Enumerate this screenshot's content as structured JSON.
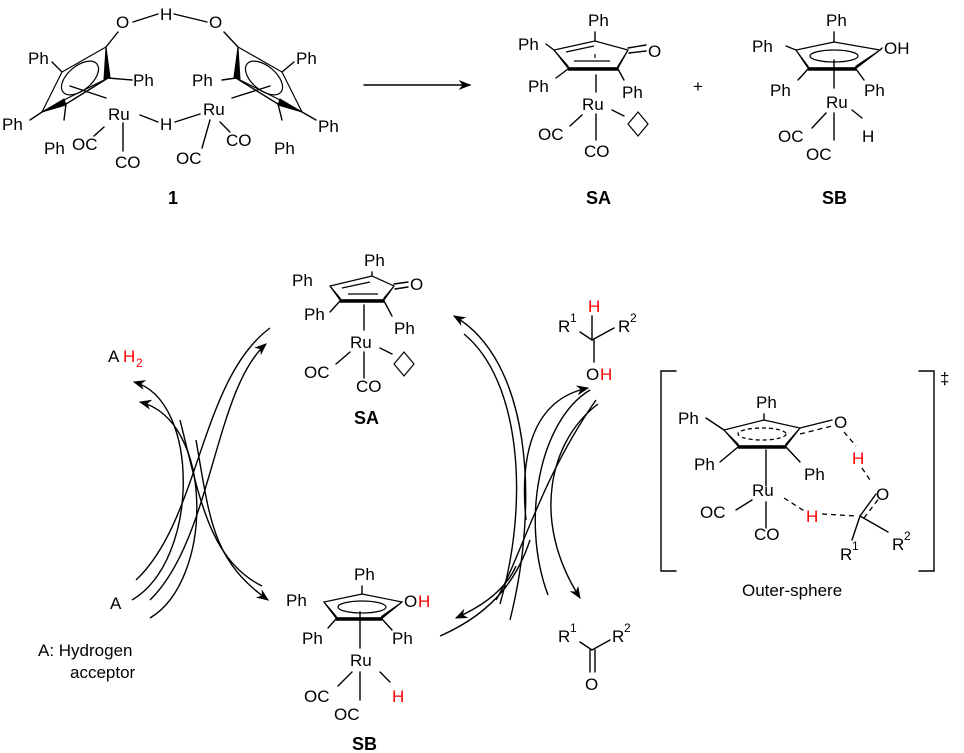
{
  "top_reaction": {
    "compound_1": {
      "label": "1",
      "O_left": "O",
      "O_right": "O",
      "bridge_H_top": "H",
      "bridge_H_mid": "H",
      "Ru": "Ru",
      "Ph": "Ph",
      "OC": "OC",
      "CO": "CO"
    },
    "plus": "+",
    "SA": {
      "label": "SA",
      "O": "O",
      "Ru": "Ru",
      "Ph": "Ph",
      "OC": "OC",
      "CO": "CO"
    },
    "SB": {
      "label": "SB",
      "OH": "OH",
      "Ru": "Ru",
      "H": "H",
      "Ph": "Ph",
      "OC": "OC"
    }
  },
  "cycle": {
    "SA": {
      "label": "SA",
      "O": "O",
      "Ru": "Ru",
      "Ph": "Ph",
      "OC": "OC",
      "CO": "CO"
    },
    "SB": {
      "label": "SB",
      "O": "O",
      "H": "H",
      "Ru": "Ru",
      "Ph": "Ph",
      "OC": "OC"
    },
    "AH2": {
      "A": "A",
      "H2": "H",
      "sub": "2"
    },
    "A": "A",
    "acceptor_note_line1": "A: Hydrogen",
    "acceptor_note_line2": "acceptor",
    "alcohol": {
      "R1": "R",
      "R1_sup": "1",
      "R2": "R",
      "R2_sup": "2",
      "H": "H",
      "O": "O",
      "OH_H": "H"
    },
    "ketone": {
      "R1": "R",
      "R1_sup": "1",
      "R2": "R",
      "R2_sup": "2",
      "O": "O"
    }
  },
  "transition_state": {
    "dagger": "‡",
    "caption": "Outer-sphere",
    "Ph": "Ph",
    "O": "O",
    "Ru": "Ru",
    "OC": "OC",
    "CO": "CO",
    "H1": "H",
    "H2": "H",
    "O2": "O",
    "R1": "R",
    "R1_sup": "1",
    "R2": "R",
    "R2_sup": "2"
  },
  "colors": {
    "highlight": "#ff0000",
    "ink": "#000000",
    "background": "#ffffff"
  }
}
